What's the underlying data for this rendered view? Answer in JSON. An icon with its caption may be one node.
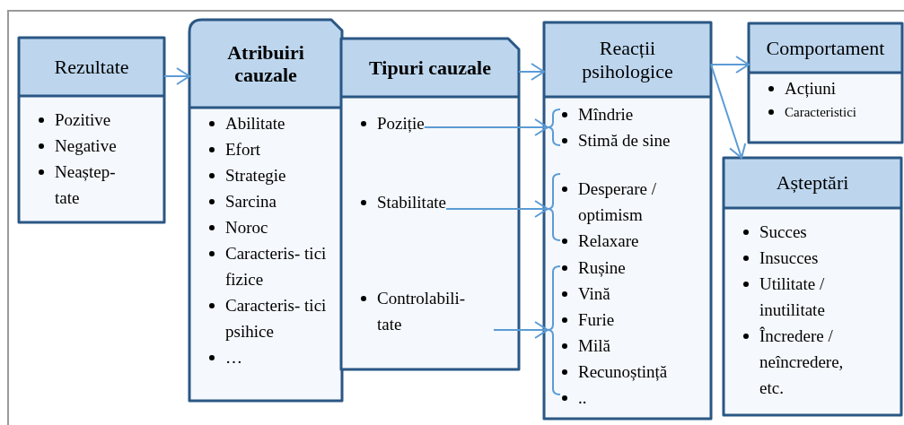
{
  "diagram": {
    "nodes": [
      {
        "text": [
          "Rezultate",
          "Pozitive",
          "Negative",
          "Neaștep- tate"
        ]
      },
      {
        "text": [
          "Atribuiri cauzale",
          "Abilitate",
          "Efort",
          "Strategie",
          "Sarcina",
          "Noroc",
          "Caracteris- tici fizice",
          "Caracteris- tici psihice",
          "…"
        ]
      },
      {
        "text": [
          "Tipuri cauzale"
        ]
      },
      {
        "text": [
          "Poziție"
        ],
        "in": 2
      },
      {
        "text": [
          "Stabilitate"
        ],
        "in": 2
      },
      {
        "text": [
          "Controlabili- tate"
        ],
        "in": 2
      },
      {
        "text": [
          "Reacții psihologice"
        ]
      },
      {
        "text": [
          "Mîndrie",
          "Stimă de sine"
        ],
        "in": 6
      },
      {
        "text": [
          "Desperare / optimism",
          "Relaxare"
        ],
        "in": 6
      },
      {
        "text": [
          "Rușine",
          "Vină",
          "Furie",
          "Milă",
          "Recunoștință",
          ".."
        ],
        "in": 6
      },
      {
        "text": [
          "Comportament",
          "Acțiuni",
          "Caracteristici"
        ]
      },
      {
        "text": [
          "Așteptări",
          "Succes",
          "Insucces",
          "Utilitate / inutilitate",
          "Încredere / neîncredere, etc."
        ]
      }
    ],
    "edges": [
      {
        "from": 0,
        "to": 1,
        "arrow": "to"
      },
      {
        "from": 2,
        "to": 6,
        "arrow": "to"
      },
      {
        "from": 3,
        "to": 7,
        "arrow": "to"
      },
      {
        "from": 4,
        "to": 8,
        "arrow": "to"
      },
      {
        "from": 5,
        "to": 9,
        "arrow": "to"
      },
      {
        "from": 6,
        "to": 10,
        "arrow": "to"
      },
      {
        "from": 6,
        "to": 11,
        "arrow": "to"
      }
    ]
  }
}
